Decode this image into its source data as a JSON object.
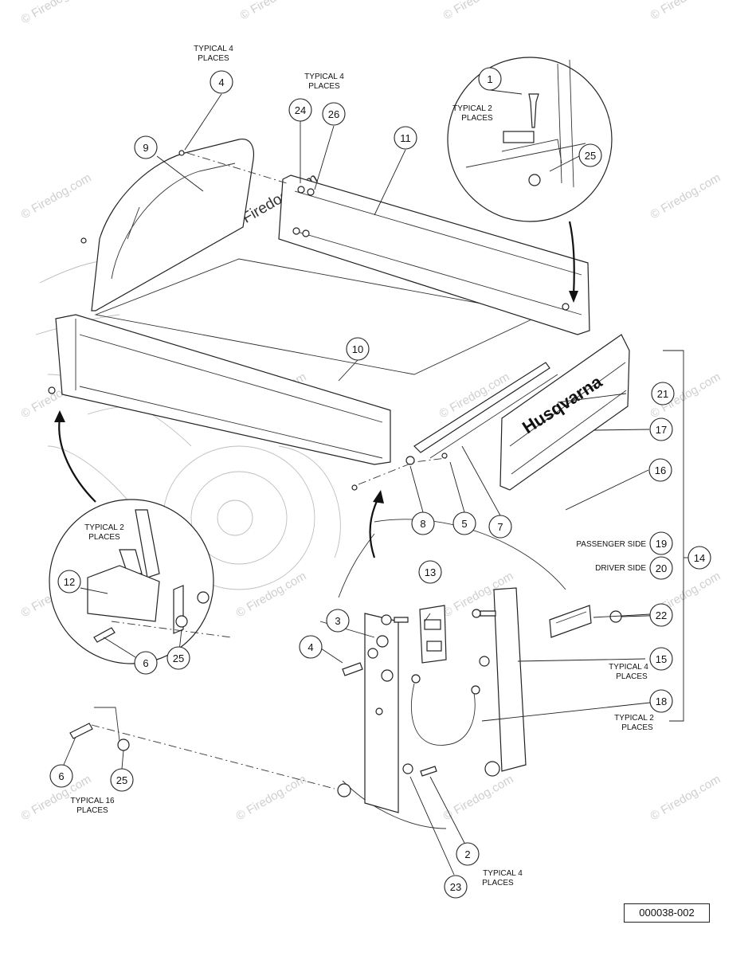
{
  "brand": "Husqvarna",
  "watermark": "Firedog.com",
  "watermark_symbol": "©",
  "reference_number": "000038-002",
  "notes": {
    "typ4_a": [
      "TYPICAL 4",
      "PLACES"
    ],
    "typ4_b": [
      "TYPICAL 4",
      "PLACES"
    ],
    "typ2_inset": [
      "TYPICAL 2",
      "PLACES"
    ],
    "typ2_left": [
      "TYPICAL 2",
      "PLACES"
    ],
    "typ16": [
      "TYPICAL 16",
      "PLACES"
    ],
    "typ4_bottom": [
      "TYPICAL 4",
      "PLACES"
    ],
    "typ4_right": [
      "TYPICAL 4",
      "PLACES"
    ],
    "typ2_right": [
      "TYPICAL 2",
      "PLACES"
    ],
    "passenger": "PASSENGER SIDE",
    "driver": "DRIVER SIDE"
  },
  "callouts": {
    "c1": "1",
    "c4a": "4",
    "c24": "24",
    "c26": "26",
    "c9": "9",
    "c11": "11",
    "c25a": "25",
    "c10": "10",
    "c21": "21",
    "c17": "17",
    "c16": "16",
    "c8": "8",
    "c5": "5",
    "c7": "7",
    "c14": "14",
    "c19": "19",
    "c20": "20",
    "c12": "12",
    "c13": "13",
    "c3": "3",
    "c4b": "4",
    "c22": "22",
    "c15": "15",
    "c6a": "6",
    "c25b": "25",
    "c18": "18",
    "c6b": "6",
    "c25c": "25",
    "c2": "2",
    "c23": "23"
  }
}
